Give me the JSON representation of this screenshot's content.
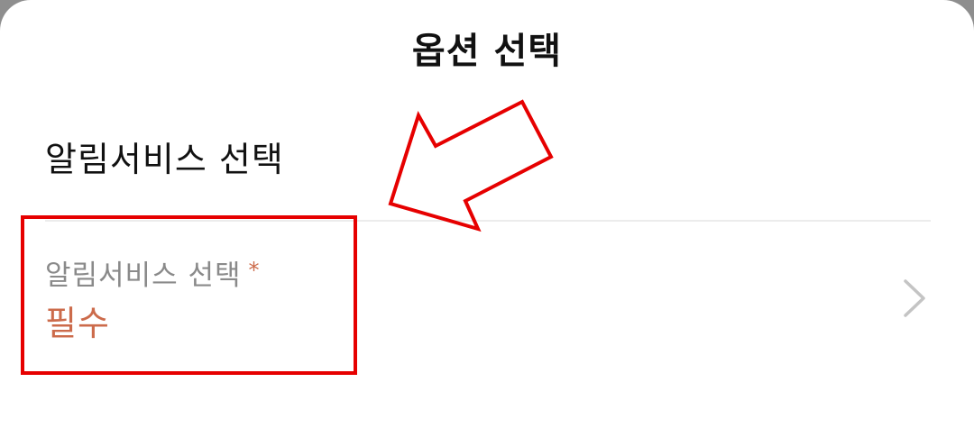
{
  "sheet": {
    "title": "옵션 선택",
    "section_title": "알림서비스 선택"
  },
  "option": {
    "label": "알림서비스 선택",
    "required_mark": "*",
    "value": "필수",
    "chevron_icon": "chevron-right-icon"
  },
  "colors": {
    "accent": "#cc6b4b",
    "annotation": "#e60000",
    "label_gray": "#8a8a8a"
  }
}
